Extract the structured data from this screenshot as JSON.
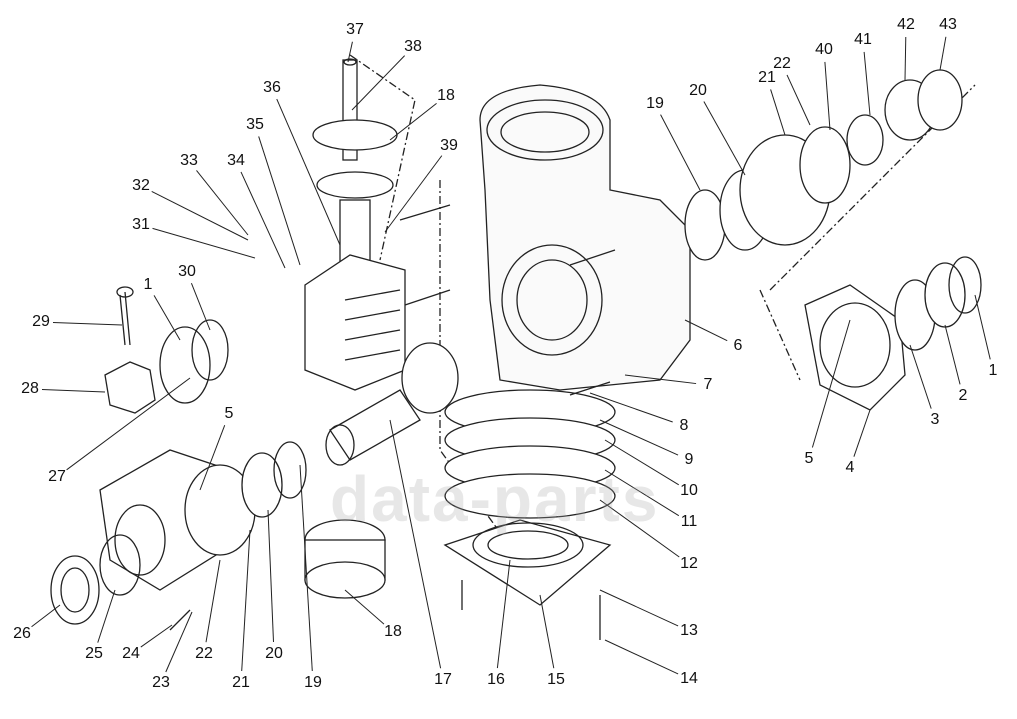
{
  "watermark": "data-parts",
  "callouts": [
    {
      "label": "37"
    },
    {
      "label": "38"
    },
    {
      "label": "18"
    },
    {
      "label": "36"
    },
    {
      "label": "35"
    },
    {
      "label": "39"
    },
    {
      "label": "33"
    },
    {
      "label": "34"
    },
    {
      "label": "32"
    },
    {
      "label": "31"
    },
    {
      "label": "30"
    },
    {
      "label": "1"
    },
    {
      "label": "29"
    },
    {
      "label": "28"
    },
    {
      "label": "27"
    },
    {
      "label": "5"
    },
    {
      "label": "26"
    },
    {
      "label": "25"
    },
    {
      "label": "24"
    },
    {
      "label": "22"
    },
    {
      "label": "23"
    },
    {
      "label": "21"
    },
    {
      "label": "20"
    },
    {
      "label": "19"
    },
    {
      "label": "18"
    },
    {
      "label": "17"
    },
    {
      "label": "16"
    },
    {
      "label": "15"
    },
    {
      "label": "14"
    },
    {
      "label": "13"
    },
    {
      "label": "12"
    },
    {
      "label": "11"
    },
    {
      "label": "10"
    },
    {
      "label": "9"
    },
    {
      "label": "8"
    },
    {
      "label": "7"
    },
    {
      "label": "6"
    },
    {
      "label": "5"
    },
    {
      "label": "4"
    },
    {
      "label": "3"
    },
    {
      "label": "2"
    },
    {
      "label": "1"
    },
    {
      "label": "19"
    },
    {
      "label": "20"
    },
    {
      "label": "21"
    },
    {
      "label": "22"
    },
    {
      "label": "40"
    },
    {
      "label": "41"
    },
    {
      "label": "42"
    },
    {
      "label": "43"
    }
  ]
}
